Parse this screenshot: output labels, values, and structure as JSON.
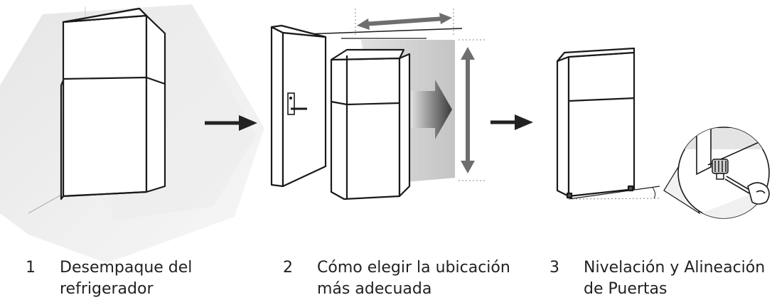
{
  "steps": [
    {
      "number": "1",
      "line1": "Desempaque del",
      "line2": "refrigerador"
    },
    {
      "number": "2",
      "line1": "Cómo elegir la ubicación",
      "line2": "más adecuada"
    },
    {
      "number": "3",
      "line1": "Nivelación y Alineación",
      "line2": "de Puertas"
    }
  ],
  "colors": {
    "outline": "#1a1a1a",
    "arrow": "#222222",
    "measure_arrow": "#6e6e6e",
    "shade": "#cfcfcf"
  }
}
